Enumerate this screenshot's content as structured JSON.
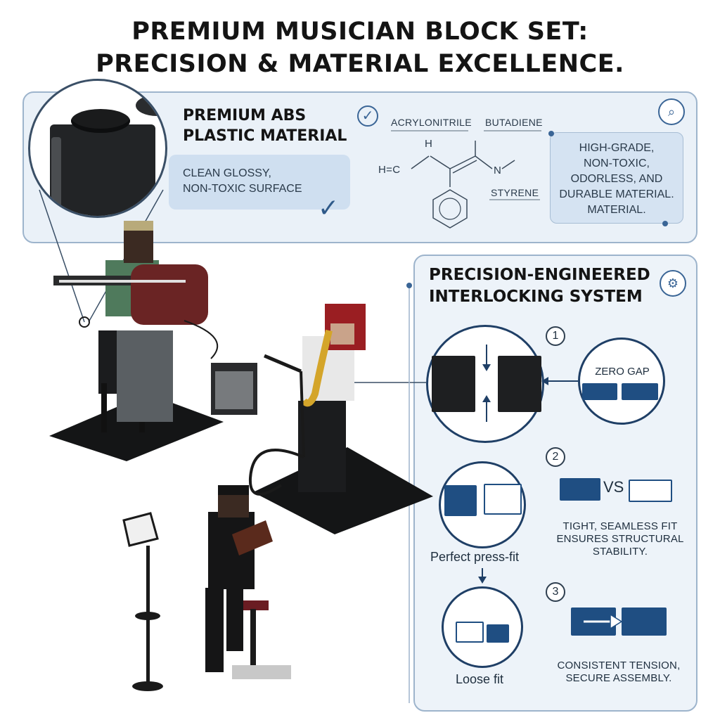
{
  "title": {
    "line1": "PREMIUM MUSICIAN BLOCK SET:",
    "line2": "PRECISION & MATERIAL EXCELLENCE."
  },
  "material": {
    "heading_line1": "PREMIUM ABS",
    "heading_line2": "PLASTIC MATERIAL",
    "surface_line1": "CLEAN GLOSSY,",
    "surface_line2": "NON-TOXIC SURFACE",
    "chem": {
      "acrylonitrile": "ACRYLONITRILE",
      "butadiene": "BUTADIENE",
      "styrene": "STYRENE",
      "n_left": "H=C",
      "h_left": "H",
      "n_right": "N"
    },
    "grade": {
      "line1": "HIGH-GRADE,",
      "line2": "NON-TOXIC,",
      "line3": "ODORLESS, AND",
      "line4": "DURABLE MATERIAL.",
      "line5": "MATERIAL."
    }
  },
  "interlock": {
    "heading_line1": "PRECISION-ENGINEERED",
    "heading_line2": "INTERLOCKING SYSTEM",
    "step1": {
      "number": "1",
      "label": "ZERO GAP"
    },
    "step2": {
      "number": "2",
      "vs": "VS",
      "caption_line1": "TIGHT, SEAMLESS FIT",
      "caption_line2": "ENSURES STRUCTURAL",
      "caption_line3": "STABILITY.",
      "press_fit": "Perfect press-fit",
      "loose_fit": "Loose fit"
    },
    "step3": {
      "number": "3",
      "caption_line1": "CONSISTENT TENSION,",
      "caption_line2": "SECURE ASSEMBLY."
    }
  },
  "colors": {
    "accent": "#1f4e82",
    "panel": "#eaf1f8",
    "border": "#9db4cc"
  },
  "icons": [
    "check-circle-icon",
    "magnifier-molecule-icon",
    "magnifier-gear-icon",
    "checkmark-icon"
  ]
}
